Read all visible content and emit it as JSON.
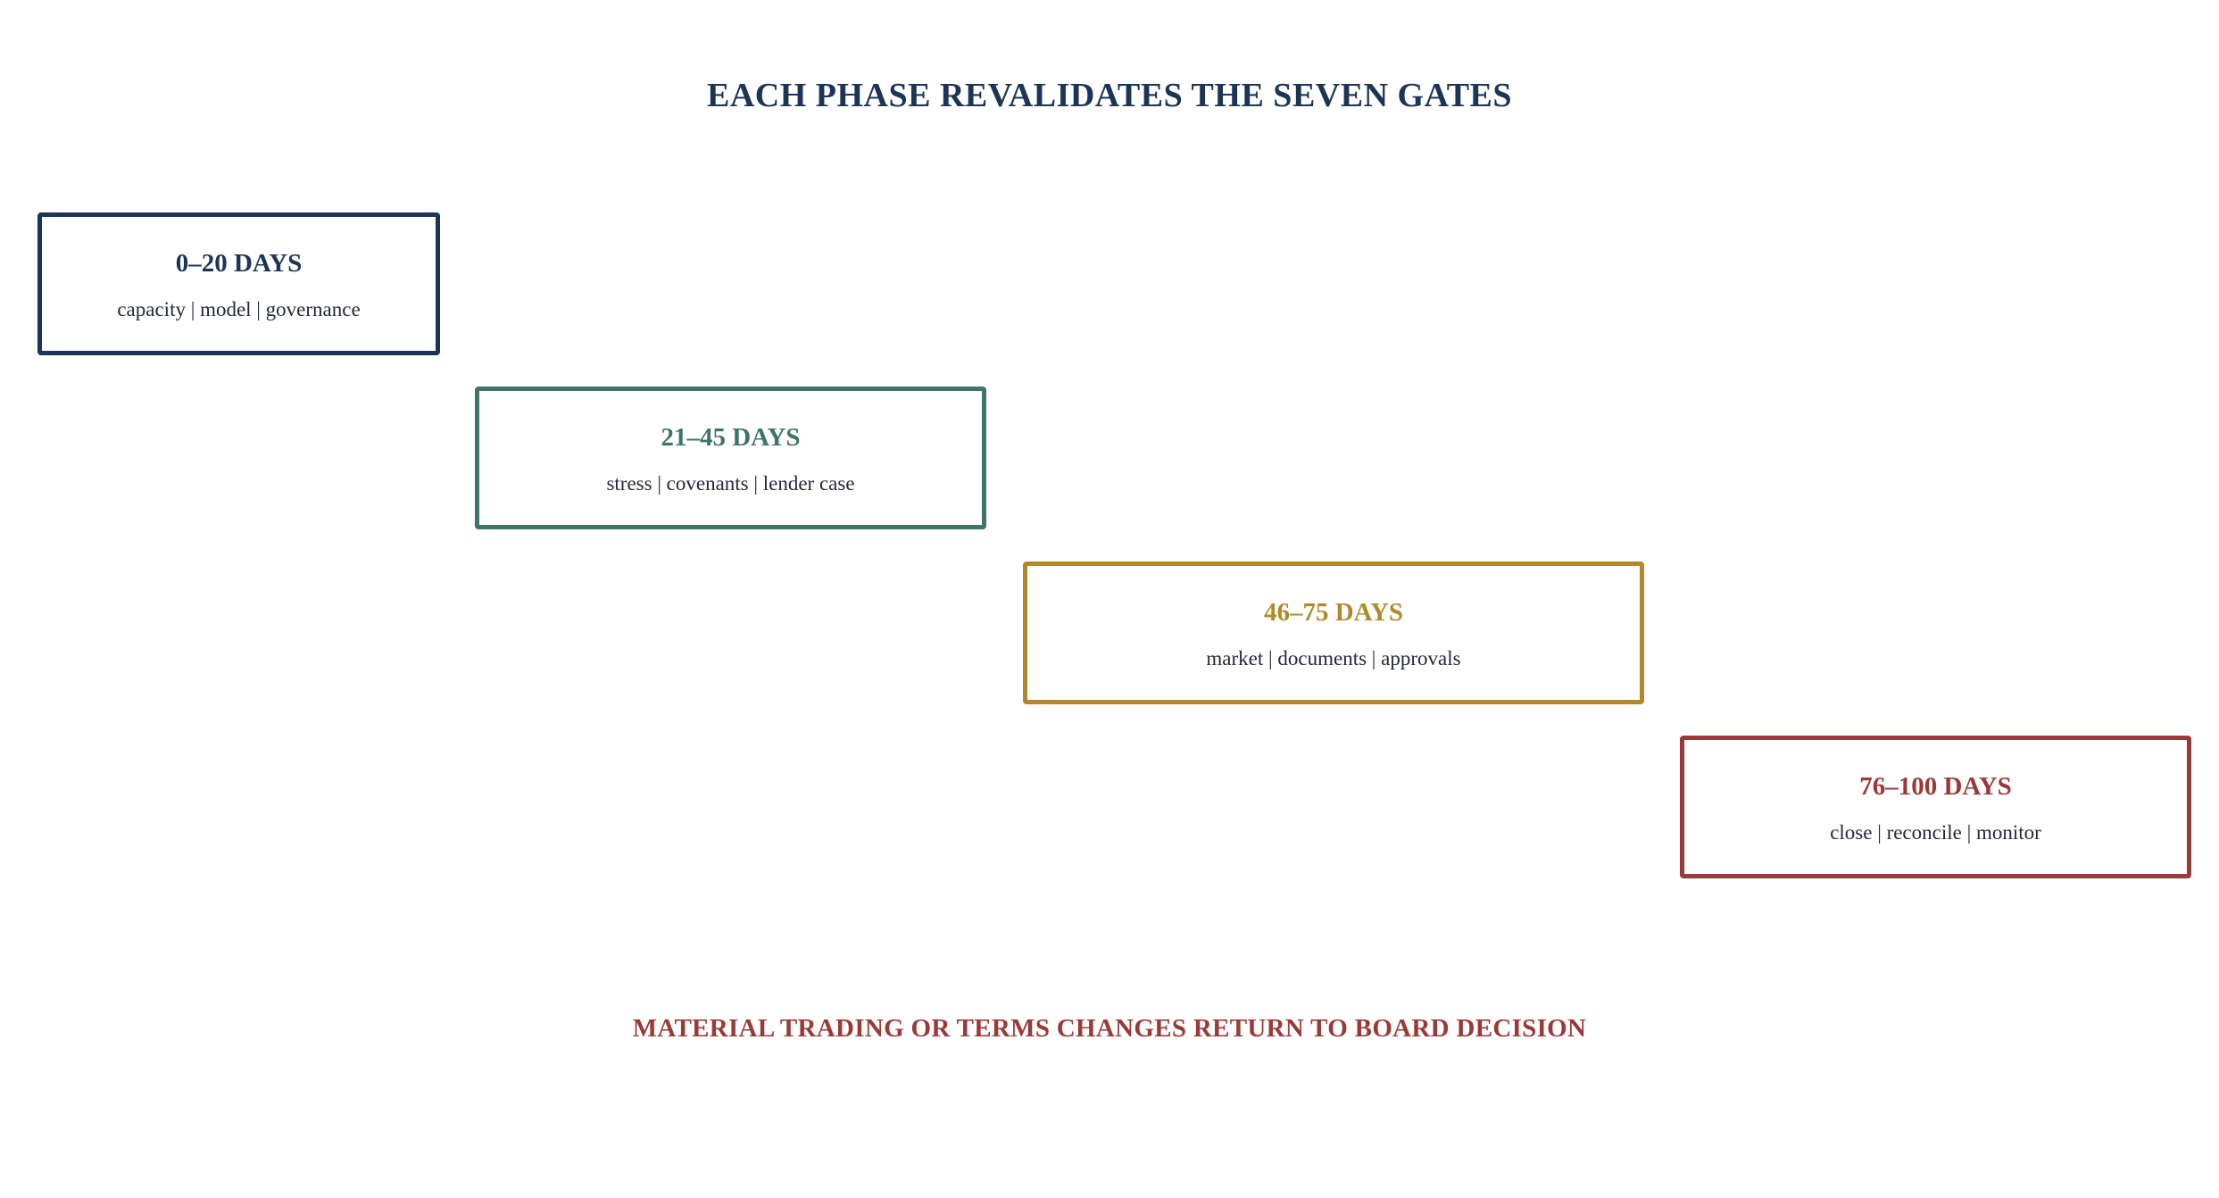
{
  "title": "EACH PHASE REVALIDATES THE SEVEN GATES",
  "phases": [
    {
      "heading": "0–20 DAYS",
      "items": "capacity | model | governance",
      "color": "#1c3557"
    },
    {
      "heading": "21–45 DAYS",
      "items": "stress | covenants | lender case",
      "color": "#3f7468"
    },
    {
      "heading": "46–75 DAYS",
      "items": "market | documents | approvals",
      "color": "#b08a2a"
    },
    {
      "heading": "76–100 DAYS",
      "items": "close | reconcile | monitor",
      "color": "#9a3a38"
    }
  ],
  "footer": {
    "text": "MATERIAL TRADING OR TERMS CHANGES RETURN TO BOARD DECISION",
    "color": "#9a3a38"
  },
  "colors": {
    "title": "#1c3557",
    "item_text": "#222a38"
  }
}
